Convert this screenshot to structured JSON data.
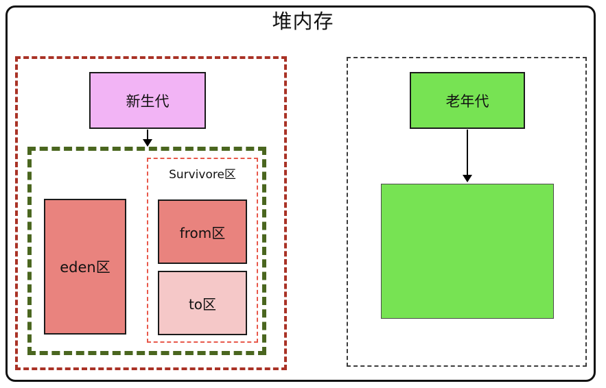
{
  "title": "堆内存",
  "young_generation": {
    "label": "新生代",
    "regions": {
      "eden_label": "eden区",
      "survivor": {
        "label": "Survivore区",
        "from_label": "from区",
        "to_label": "to区"
      }
    }
  },
  "old_generation": {
    "label": "老年代"
  },
  "colors": {
    "young_gen_fill": "#f2b4f5",
    "eden_fill": "#e9837e",
    "from_fill": "#e9837e",
    "to_fill": "#f5c8c8",
    "old_gen_fill": "#77e353",
    "old_gen_area_fill": "#77e353",
    "young_container_border": "#a93226",
    "regions_border": "#4a661f",
    "survivor_border": "#e8584a",
    "old_container_border": "#3a3a3a"
  }
}
